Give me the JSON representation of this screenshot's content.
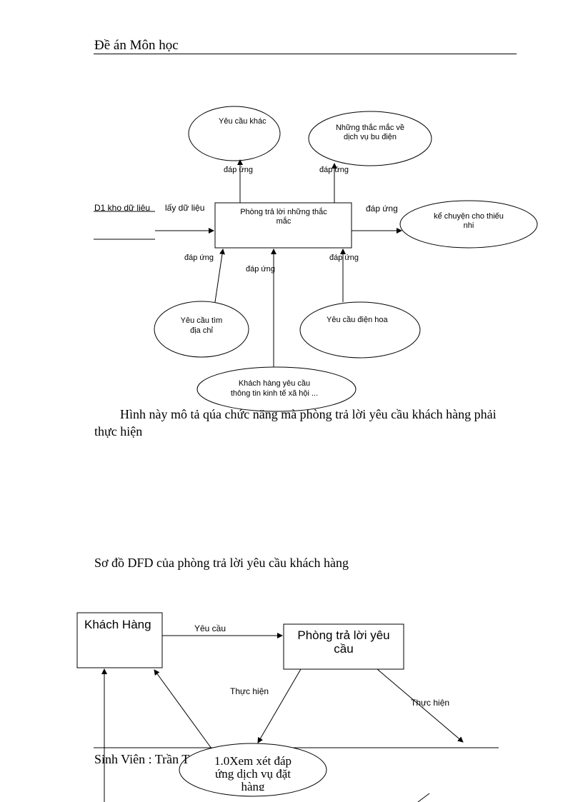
{
  "header": {
    "title": "Đề án Môn học"
  },
  "diagram1": {
    "center_process": {
      "line1": "Phòng trả lời  những thắc",
      "line2": "mắc"
    },
    "store_label": "D1  kho dữ liệu",
    "store_flow": "lấy dữ liệu",
    "flow_label": "đáp ứng",
    "bubbles": {
      "other_requests": "Yêu cầu khác",
      "postal_questions": {
        "line1": "Những thắc mắc  về",
        "line2": "dịch vụ bu    điện"
      },
      "storytelling": {
        "line1": "kể chuyện    cho thiếu",
        "line2": "nhi"
      },
      "address_search": {
        "line1": "Yêu cầu tìm",
        "line2": "địa chỉ"
      },
      "flower_order": "Yêu cầu   điện hoa",
      "economic_info": {
        "line1": "Khách hàng yêu cầu",
        "line2": "thông tin  kinh tế xã hội ..."
      }
    }
  },
  "paragraph": {
    "line1": "Hình này mô tả qúa chức năng mà phòng trả lời yêu cầu khách hàng phải",
    "line2": "thực hiện"
  },
  "caption": "Sơ đồ DFD của phòng trả lời yêu cầu khách hàng",
  "diagram2": {
    "customer_box": "Khách Hàng",
    "request_flow": "Yêu cầu",
    "dept_box": {
      "line1": "Phòng trả lời yêu",
      "line2": "cầu"
    },
    "execute_flow_left": "Thực hiện",
    "execute_flow_right": "Thực hiện",
    "process_bubble": {
      "line1": "1.0Xem xét đáp",
      "line2": "ứng dịch vụ đặt",
      "line3": "hàng"
    }
  },
  "footer": {
    "student": "Sinh Viên : Trần T"
  }
}
